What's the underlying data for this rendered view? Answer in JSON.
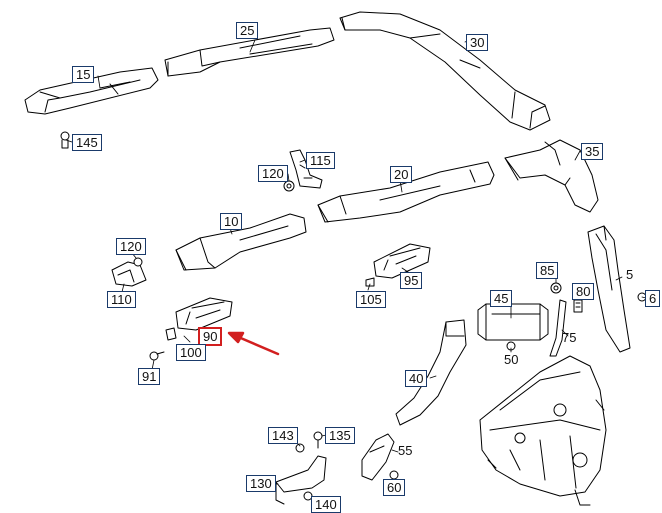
{
  "colors": {
    "line": "#000000",
    "label_border": "#1a3a6a",
    "highlight": "#d21f1f",
    "background": "#ffffff"
  },
  "labels": {
    "p25": "25",
    "p30": "30",
    "p15": "15",
    "p145": "145",
    "p35": "35",
    "p120a": "120",
    "p115": "115",
    "p20": "20",
    "p10": "10",
    "p120b": "120",
    "p110": "110",
    "p95": "95",
    "p105": "105",
    "p85": "85",
    "p80": "80",
    "p5": "5",
    "p6": "6",
    "p45": "45",
    "p90": "90",
    "p100": "100",
    "p91": "91",
    "p75": "75",
    "p50": "50",
    "p40": "40",
    "p143": "143",
    "p135": "135",
    "p55": "55",
    "p130": "130",
    "p60": "60",
    "p140": "140"
  },
  "highlighted_part": "90",
  "icons": [
    "red-arrow-icon"
  ]
}
